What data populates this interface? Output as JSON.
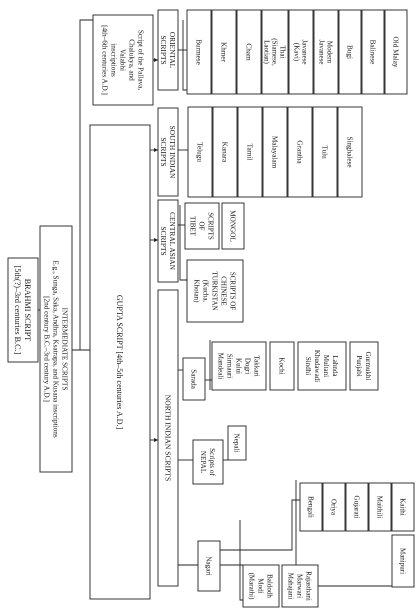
{
  "nodes": {
    "brahmi": {
      "lines": [
        "BRAHMI SCRIPT",
        "[5th(?)–3rd centuries B.C.]"
      ]
    },
    "intermediate": {
      "lines": [
        "INTERMEDIATE SCRIPTS",
        "E.g., Sunga, Saka, Andhra, Ksatrapa, and Kusana inscriptions",
        "[2nd century B.C.–3rd century A.D.]"
      ]
    },
    "gupta": {
      "lines": [
        "GUPTA SCRIPT [4th–5th centuries A.D.]"
      ]
    },
    "pallava": {
      "lines": [
        "Script of the Pallava,",
        "Chalukya, and",
        "Valabhi",
        "inscriptions",
        "[4th–6th centuries A.D.]"
      ]
    },
    "oriental": {
      "lines": [
        "ORIENTAL",
        "SCRIPTS"
      ]
    },
    "south_indian": {
      "lines": [
        "SOUTH INDIAN",
        "SCRIPTS"
      ]
    },
    "central_asian": {
      "lines": [
        "CENTRAL ASIAN",
        "SCRIPTS"
      ]
    },
    "north_indian": {
      "lines": [
        "NORTH INDIAN SCRIPTS"
      ]
    },
    "burmese": {
      "lines": [
        "Burmese"
      ]
    },
    "khmer": {
      "lines": [
        "Khmer"
      ]
    },
    "cham": {
      "lines": [
        "Cham"
      ]
    },
    "thai": {
      "lines": [
        "Thai",
        "(Siamese,",
        "Laotian)"
      ]
    },
    "javanese": {
      "lines": [
        "Javanese",
        "(Kavi)"
      ]
    },
    "modern_javanese": {
      "lines": [
        "Modern",
        "Javanese"
      ]
    },
    "bugi": {
      "lines": [
        "Bugi"
      ]
    },
    "balinese": {
      "lines": [
        "Balinese"
      ]
    },
    "old_malay": {
      "lines": [
        "Old Malay"
      ]
    },
    "telugu": {
      "lines": [
        "Telugu"
      ]
    },
    "kanara": {
      "lines": [
        "Kanara"
      ]
    },
    "tamil": {
      "lines": [
        "Tamil"
      ]
    },
    "malayalam": {
      "lines": [
        "Malayalam"
      ]
    },
    "grantha": {
      "lines": [
        "Grantha"
      ]
    },
    "tulu": {
      "lines": [
        "Tulu"
      ]
    },
    "singhalese": {
      "lines": [
        "Singhalese"
      ]
    },
    "tibet": {
      "lines": [
        "SCRIPTS",
        "OF",
        "TIBET"
      ]
    },
    "mongol": {
      "lines": [
        "MONGOL"
      ]
    },
    "turkistan": {
      "lines": [
        "SCRIPTS OF",
        "CHINESE",
        "TURKISTAN",
        "(Kucha,",
        "Khotan)"
      ]
    },
    "sarada": {
      "lines": [
        "Sarada"
      ]
    },
    "takkari": {
      "lines": [
        "Takkari",
        "Dogri",
        "Kului",
        "Sirmauri",
        "Mandeali"
      ]
    },
    "kochi": {
      "lines": [
        "Kochi"
      ]
    },
    "lahnda": {
      "lines": [
        "Lahnda",
        "Multani",
        "Khudawadi",
        "Sindhi"
      ]
    },
    "gurmukhi": {
      "lines": [
        "Gurmukhi",
        "Punjabi"
      ]
    },
    "nepal": {
      "lines": [
        "Scripts of",
        "NEPAL"
      ]
    },
    "nepali": {
      "lines": [
        "Nepali"
      ]
    },
    "nagari": {
      "lines": [
        "Nagari"
      ]
    },
    "baldodh": {
      "lines": [
        "Baldodh",
        "Modi",
        "(Marathi)"
      ]
    },
    "rajasthani": {
      "lines": [
        "Rajasthani",
        "Marwari",
        "Mahajani"
      ]
    },
    "bengali": {
      "lines": [
        "Bengali"
      ]
    },
    "oriya": {
      "lines": [
        "Oriya"
      ]
    },
    "gujarati": {
      "lines": [
        "Gujarati"
      ]
    },
    "maithili": {
      "lines": [
        "Maithili"
      ]
    },
    "kaithi": {
      "lines": [
        "Kaithi"
      ]
    },
    "manipuri": {
      "lines": [
        "Manipuri"
      ]
    }
  }
}
